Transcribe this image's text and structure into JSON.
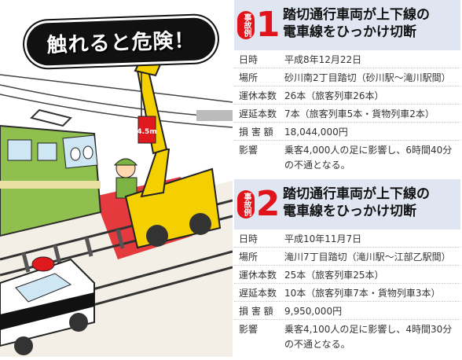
{
  "warning_title": "触れると危険！",
  "crane_label": "4.5m",
  "cases": [
    {
      "mark_label": "事故例",
      "number": "1",
      "title_line1": "踏切通行車両が上下線の",
      "title_line2": "電車線をひっかけ切断",
      "rows": [
        {
          "label": "日時",
          "value": "平成8年12月22日"
        },
        {
          "label": "場所",
          "value": "砂川南2丁目踏切（砂川駅〜滝川駅間）"
        },
        {
          "label": "運休本数",
          "value": "26本（旅客列車26本）"
        },
        {
          "label": "遅延本数",
          "value": "7本（旅客列車5本・貨物列車2本）"
        },
        {
          "label": "損 害 額",
          "value": "18,044,000円"
        },
        {
          "label": "影響",
          "value": "乗客4,000人の足に影響し、6時間40分の不通となる。"
        }
      ]
    },
    {
      "mark_label": "事故例",
      "number": "2",
      "title_line1": "踏切通行車両が上下線の",
      "title_line2": "電車線をひっかけ切断",
      "rows": [
        {
          "label": "日時",
          "value": "平成10年11月7日"
        },
        {
          "label": "場所",
          "value": "滝川7丁目踏切（滝川駅〜江部乙駅間）"
        },
        {
          "label": "運休本数",
          "value": "25本（旅客列車25本）"
        },
        {
          "label": "遅延本数",
          "value": "10本（旅客列車7本・貨物列車3本）"
        },
        {
          "label": "損 害 額",
          "value": "9,950,000円"
        },
        {
          "label": "影響",
          "value": "乗客4,100人の足に影響し、4時間30分の不通となる。"
        }
      ]
    }
  ]
}
